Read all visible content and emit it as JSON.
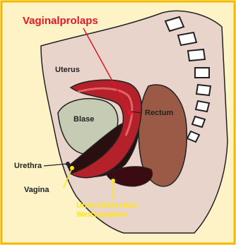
{
  "title": "Vaginalprolaps",
  "labels": {
    "uterus": "Uterus",
    "blase": "Blase",
    "rectum": "Rectum",
    "urethra": "Urethra",
    "vagina": "Vagina",
    "support_line1": "Unterstützendes",
    "support_line2": "Weichgewebe"
  },
  "colors": {
    "background": "#fef3c7",
    "frame": "#f5b800",
    "body": "#e9d4cc",
    "outline": "#222222",
    "uterus": "#b4212a",
    "rectum": "#9b5a45",
    "bladder": "#c6cbb3",
    "vertebrae": "#ffffff",
    "title": "#e3152b",
    "support_label": "#ffe61a",
    "pointer_red": "#e3152b",
    "pointer_yellow": "#ffe61a"
  }
}
